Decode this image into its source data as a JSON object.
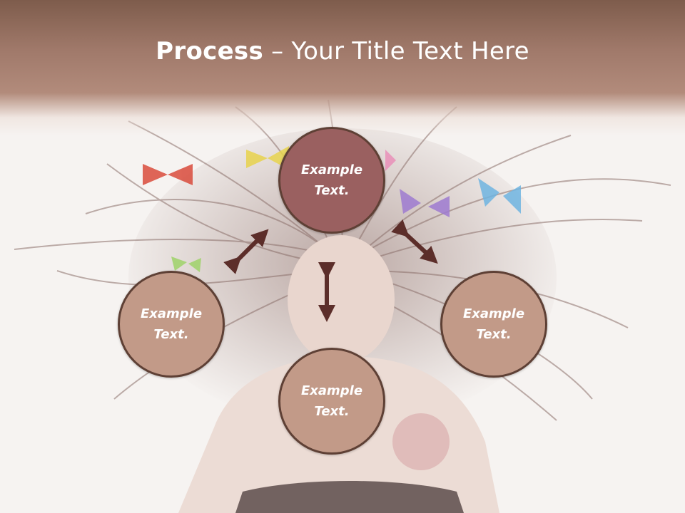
{
  "title": {
    "bold": "Process",
    "rest": " – Your Title Text Here"
  },
  "nodes": {
    "top": "Example\nText.",
    "left": "Example\nText.",
    "right": "Example\nText.",
    "bottom": "Example\nText."
  },
  "colors": {
    "header": "#a27b6b",
    "main_circle": "#9a6060",
    "sub_circle": "#c29a88",
    "circle_border": "#5e4035",
    "arrow": "#5c2e2a"
  }
}
